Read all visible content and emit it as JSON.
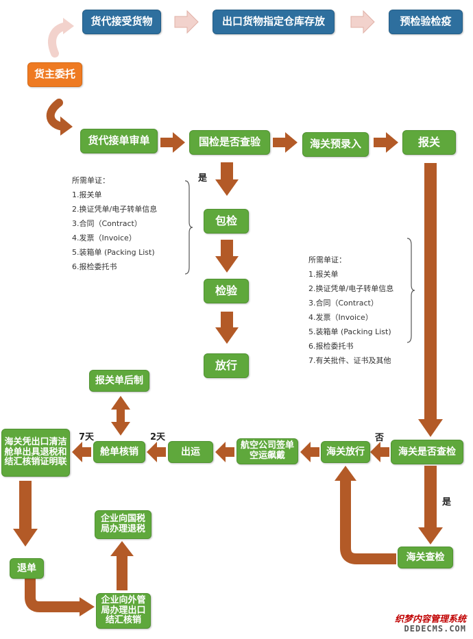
{
  "colors": {
    "green": "#5fa83c",
    "blue": "#2e6f9e",
    "orange": "#ee7a22",
    "arrow_brown": "#b35a27",
    "arrow_pink": "#f2d2cc"
  },
  "nodes": {
    "forwarder_accept": "货代接受货物",
    "export_warehouse": "出口货物指定仓库存放",
    "pre_inspection": "预检验检疫",
    "shipper_entrust": "货主委托",
    "forwarder_review": "货代接单审单",
    "ciq_check": "国检是否查验",
    "customs_preentry": "海关预录入",
    "declare": "报关",
    "packing_check": "包检",
    "inspection": "检验",
    "release": "放行",
    "customs_check_q": "海关是否查检",
    "customs_release": "海关放行",
    "customs_inspect": "海关查检",
    "airline_sign": "航空公司签单空运飙戴",
    "shipment": "出运",
    "manifest_verify": "舱单核销",
    "post_customs_form": "报关单后制",
    "customs_export_cert": "海关凭出口清洁舱单出具退税和结汇核销证明联",
    "refund_form": "退单",
    "forex_verify": "企业向外管局办理出口结汇核销",
    "tax_refund": "企业向国税局办理退税"
  },
  "labels": {
    "yes_left": "是",
    "yes_right": "是",
    "no": "否",
    "days2": "2天",
    "days7": "7天"
  },
  "docs_left": {
    "title": "所需单证：",
    "items": [
      "1.报关单",
      "2.换证凭单/电子转单信息",
      "3.合同（Contract）",
      "4.发票（Invoice）",
      "5.装箱单 (Packing List)",
      "6.报检委托书"
    ]
  },
  "docs_right": {
    "title": "所需单证：",
    "items": [
      "1.报关单",
      "2.换证凭单/电子转单信息",
      "3.合同（Contract）",
      "4.发票（Invoice）",
      "5.装箱单 (Packing List)",
      "6.报检委托书",
      "7.有关批件、证书及其他"
    ]
  },
  "watermark": {
    "line1": "织梦内容管理系统",
    "line2": "DEDECMS.COM"
  }
}
